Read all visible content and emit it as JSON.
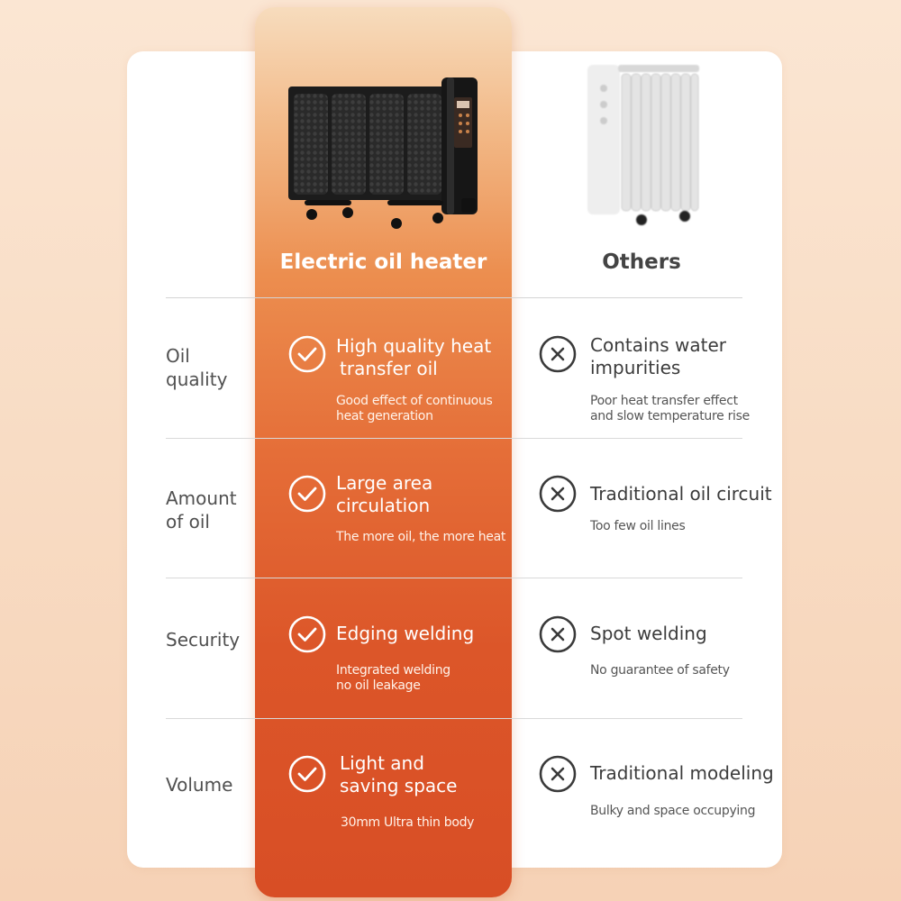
{
  "columns": {
    "ours_title": "Electric oil heater",
    "others_title": "Others"
  },
  "rows": [
    {
      "label_line1": "Oil",
      "label_line2": "quality",
      "ours_title1": "High quality heat",
      "ours_title2": "transfer oil",
      "ours_sub1": "Good effect of continuous",
      "ours_sub2": "heat generation",
      "others_title1": "Contains water",
      "others_title2": "impurities",
      "others_sub1": "Poor heat transfer effect",
      "others_sub2": "and slow temperature rise"
    },
    {
      "label_line1": "Amount",
      "label_line2": "of oil",
      "ours_title1": "Large area",
      "ours_title2": "circulation",
      "ours_sub1": "The more oil, the more heat",
      "others_title1": "Traditional oil circuit",
      "others_sub1": "Too few oil lines"
    },
    {
      "label_line1": "Security",
      "ours_title1": "Edging welding",
      "ours_sub1": "Integrated welding",
      "ours_sub2": "no oil leakage",
      "others_title1": "Spot welding",
      "others_sub1": "No guarantee of safety"
    },
    {
      "label_line1": "Volume",
      "ours_title1": "Light and",
      "ours_title2": "saving space",
      "ours_sub1": "30mm Ultra thin body",
      "others_title1": "Traditional modeling",
      "others_sub1": "Bulky and space occupying"
    }
  ]
}
